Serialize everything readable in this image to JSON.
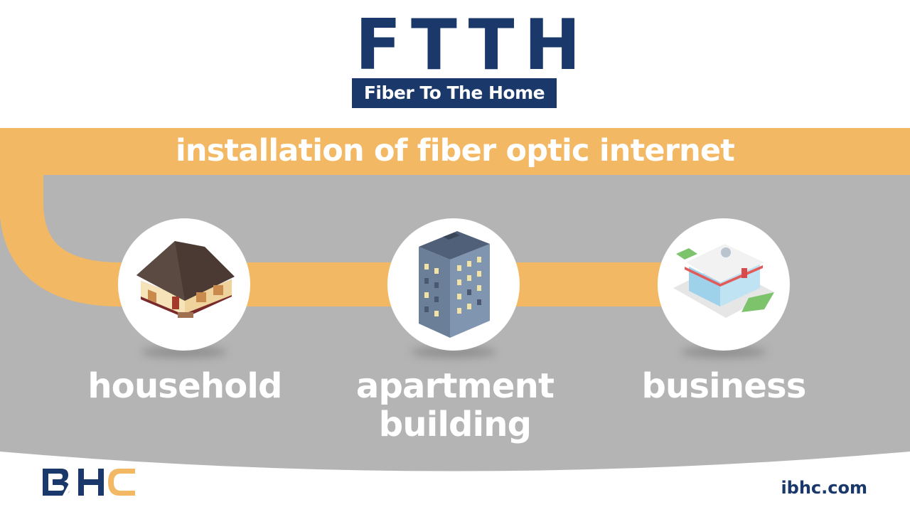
{
  "header": {
    "logo_word": "FTTH",
    "logo_subtitle": "Fiber To The Home"
  },
  "banner": {
    "text": "installation of fiber optic internet"
  },
  "categories": [
    {
      "label": "household",
      "icon": "house-icon"
    },
    {
      "label": "apartment building",
      "label_line1": "apartment",
      "label_line2": "building",
      "icon": "apartment-building-icon"
    },
    {
      "label": "business",
      "icon": "shop-icon"
    }
  ],
  "footer": {
    "brand": "BHC",
    "website": "ibhc.com"
  },
  "colors": {
    "navy": "#1a3869",
    "orange": "#f3b864",
    "grey": "#b4b4b4",
    "white": "#ffffff"
  }
}
